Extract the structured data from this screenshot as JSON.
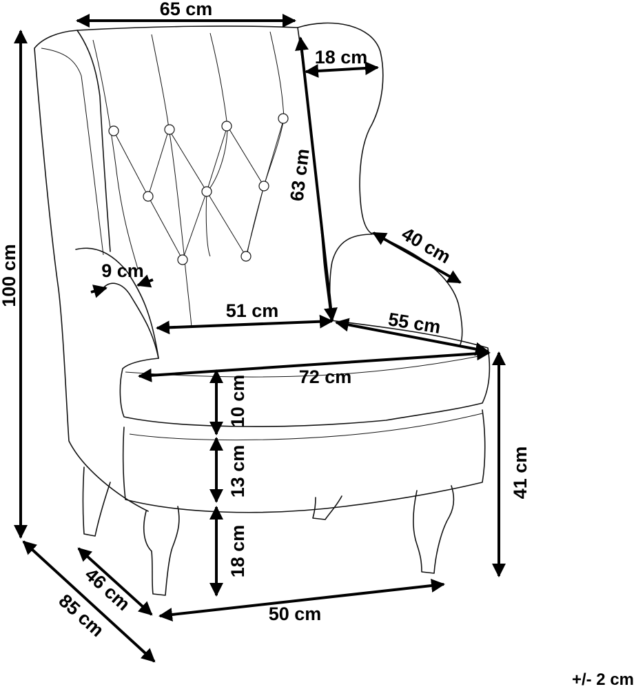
{
  "dimensions": {
    "top_width": "65 cm",
    "wing_depth": "18 cm",
    "back_height": "63 cm",
    "total_height": "100 cm",
    "arm_length": "40 cm",
    "arm_width": "9 cm",
    "seat_width": "51 cm",
    "seat_depth": "55 cm",
    "total_width": "72 cm",
    "cushion_height": "10 cm",
    "base_height": "13 cm",
    "leg_height": "18 cm",
    "seat_height": "41 cm",
    "leg_depth": "46 cm",
    "total_depth": "85 cm",
    "leg_width": "50 cm"
  },
  "tolerance": "+/- 2 cm",
  "colors": {
    "line": "#111111",
    "arrow": "#000000",
    "background": "#ffffff"
  }
}
